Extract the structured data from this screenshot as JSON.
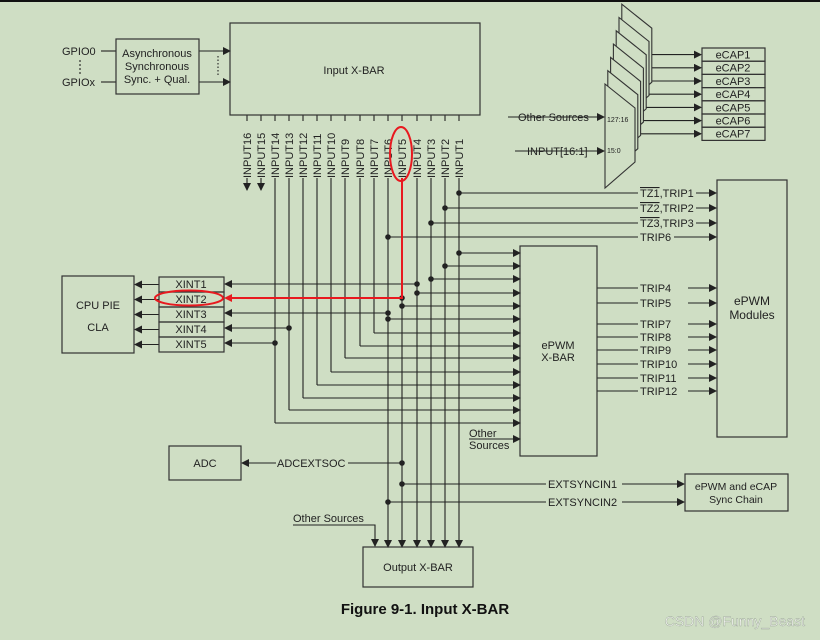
{
  "gpio": {
    "first": "GPIO0",
    "last": "GPIOx"
  },
  "sync_block": {
    "lines": [
      "Asynchronous",
      "Synchronous",
      "Sync. + Qual."
    ]
  },
  "input_xbar": {
    "label": "Input  X-BAR"
  },
  "inputs": [
    "INPUT16",
    "INPUT15",
    "INPUT14",
    "INPUT13",
    "INPUT12",
    "INPUT11",
    "INPUT10",
    "INPUT9",
    "INPUT8",
    "INPUT7",
    "INPUT6",
    "INPUT5",
    "INPUT4",
    "INPUT3",
    "INPUT2",
    "INPUT1"
  ],
  "ecap_mux": {
    "other_sources": "Other Sources",
    "input_bus": "INPUT[16:1]",
    "port_high": "127:16",
    "port_low": "15:0"
  },
  "ecaps": [
    "eCAP1",
    "eCAP2",
    "eCAP3",
    "eCAP4",
    "eCAP5",
    "eCAP6",
    "eCAP7"
  ],
  "tz_lines": [
    {
      "signal": "TZ1",
      "trip": ",TRIP1"
    },
    {
      "signal": "TZ2",
      "trip": ",TRIP2"
    },
    {
      "signal": "TZ3",
      "trip": ",TRIP3"
    }
  ],
  "trip6": "TRIP6",
  "trip_outputs": [
    "TRIP4",
    "TRIP5",
    "TRIP7",
    "TRIP8",
    "TRIP9",
    "TRIP10",
    "TRIP11",
    "TRIP12"
  ],
  "epwm_xbar": {
    "lines": [
      "ePWM",
      "X-BAR"
    ],
    "other_sources": [
      "Other",
      "Sources"
    ]
  },
  "epwm_modules": {
    "lines": [
      "ePWM",
      "Modules"
    ]
  },
  "cpu": {
    "lines": [
      "CPU PIE",
      "CLA"
    ]
  },
  "xints": [
    "XINT1",
    "XINT2",
    "XINT3",
    "XINT4",
    "XINT5"
  ],
  "adc": {
    "label": "ADC",
    "signal": "ADCEXTSOC"
  },
  "sync": {
    "signals": [
      "EXTSYNCIN1",
      "EXTSYNCIN2"
    ],
    "lines": [
      "ePWM and eCAP",
      "Sync Chain"
    ]
  },
  "output_xbar": {
    "label": "Output X-BAR",
    "other_sources": "Other Sources"
  },
  "caption": "Figure 9-1. Input X-BAR",
  "watermark": "CSDN @Funny_Beast",
  "highlight": {
    "color": "#e8191f",
    "input": "INPUT5",
    "xint": "XINT2"
  }
}
